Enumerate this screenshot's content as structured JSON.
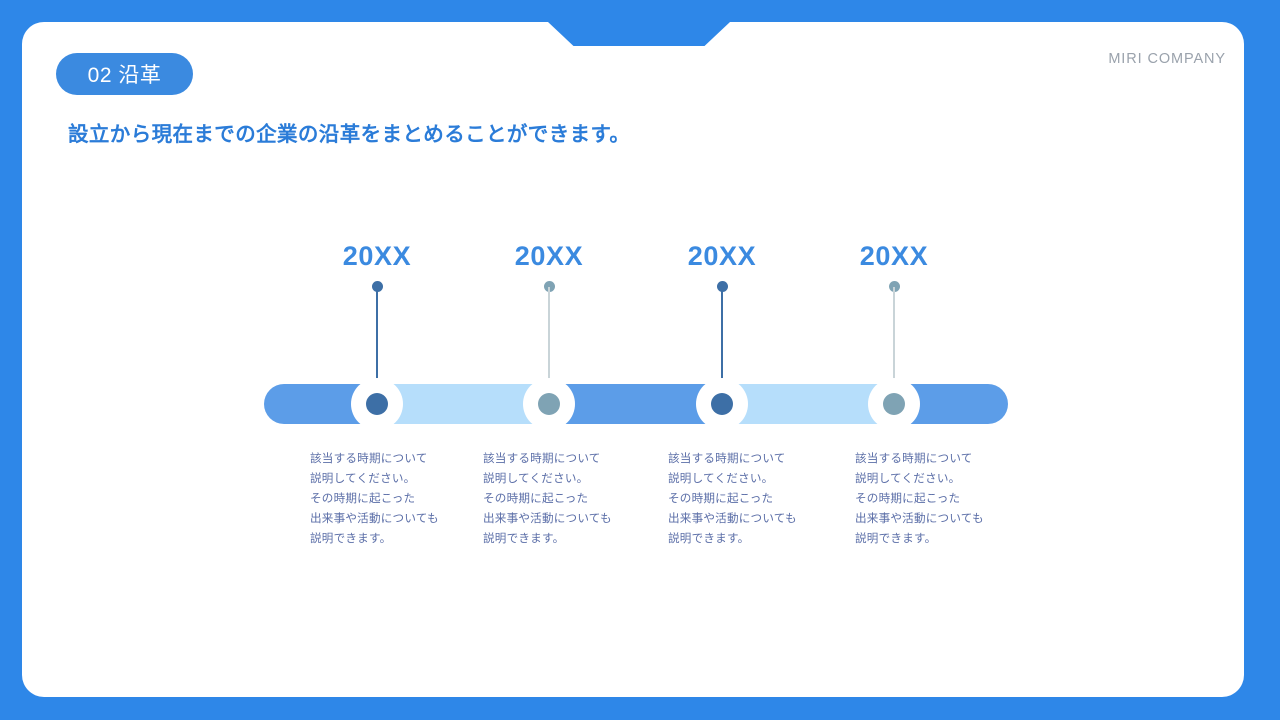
{
  "theme": {
    "brand_blue": "#2E87E8",
    "badge_blue": "#3B8AE0",
    "subtitle_blue": "#2B7CD8",
    "body_text_blue": "#5C6FA8",
    "company_gray": "#9AA2AC",
    "bar_segment_dark": "#5C9DE8",
    "bar_segment_light": "#B6DEFB",
    "marker_core_dark": "#3D6FA6",
    "marker_core_muted": "#7FA3B4",
    "card_white": "#FFFFFF"
  },
  "header": {
    "badge_label": "02 沿革",
    "company_label": "MIRI COMPANY",
    "subtitle": "設立から現在までの企業の沿革をまとめることができます。"
  },
  "timeline": {
    "milestones": [
      {
        "year": "20XX",
        "description": "該当する時期について\n説明してください。\nその時期に起こった\n出来事や活動についても\n説明できます。",
        "dot_color": "#3D6FA6",
        "line_color": "#3D6FA6",
        "core_color": "#3D6FA6"
      },
      {
        "year": "20XX",
        "description": "該当する時期について\n説明してください。\nその時期に起こった\n出来事や活動についても\n説明できます。",
        "dot_color": "#7FA3B4",
        "line_color": "#C9D4D8",
        "core_color": "#7FA3B4"
      },
      {
        "year": "20XX",
        "description": "該当する時期について\n説明してください。\nその時期に起こった\n出来事や活動についても\n説明できます。",
        "dot_color": "#3D6FA6",
        "line_color": "#3D6FA6",
        "core_color": "#3D6FA6"
      },
      {
        "year": "20XX",
        "description": "該当する時期について\n説明してください。\nその時期に起こった\n出来事や活動についても\n説明できます。",
        "dot_color": "#7FA3B4",
        "line_color": "#C9D4D8",
        "core_color": "#7FA3B4"
      }
    ]
  }
}
